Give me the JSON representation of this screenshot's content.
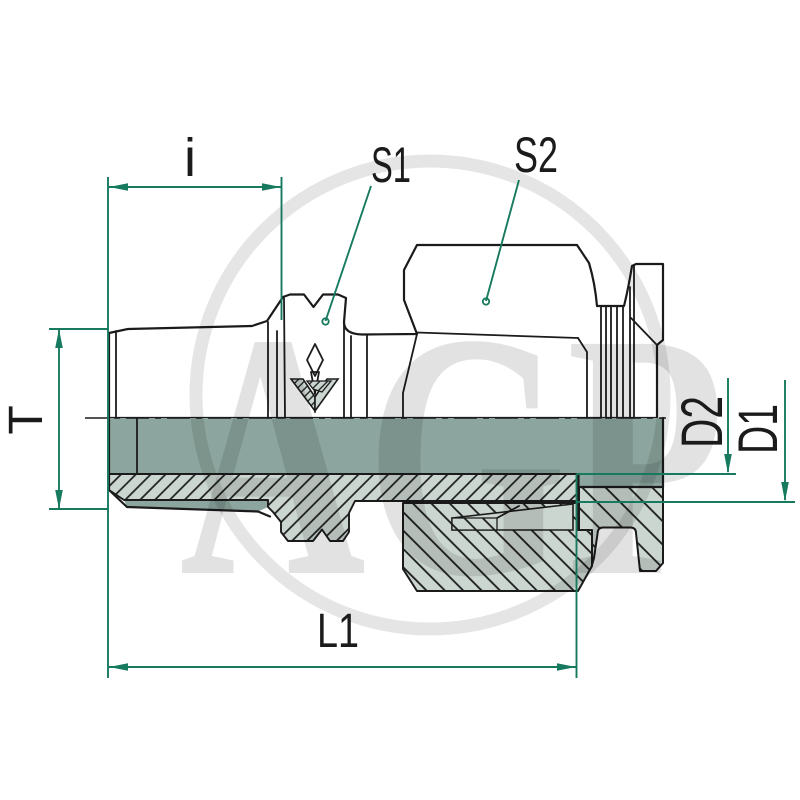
{
  "drawing": {
    "type": "technical-section-drawing",
    "subject": "hydraulic straight male stud coupling, half-section view",
    "watermark_text": "AGP",
    "dimension_labels": {
      "i": "i",
      "s1": "S1",
      "s2": "S2",
      "t": "T",
      "d2": "D2",
      "d1": "D1",
      "l1": "L1"
    },
    "colors": {
      "part_fill": "#8ca59e",
      "hatch_background": "#cbd6d0",
      "outline": "#1b1b1b",
      "dimension_green": "#177a5e",
      "watermark_gray": "#e0e0e0",
      "background": "#ffffff"
    }
  }
}
